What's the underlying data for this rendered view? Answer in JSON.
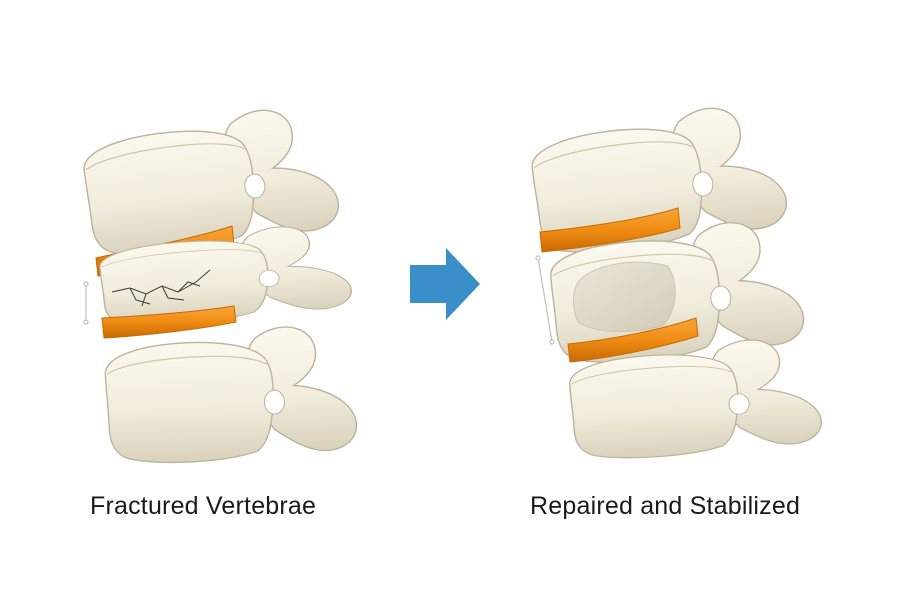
{
  "panels": [
    {
      "caption": "Fractured Vertebrae",
      "state": "fractured"
    },
    {
      "caption": "Repaired and Stabilized",
      "state": "repaired"
    }
  ],
  "colors": {
    "bone_fill": "#f3efe2",
    "bone_shade": "#ddd6c3",
    "bone_outline": "#bcb29a",
    "disc": "#f08c12",
    "disc_dark": "#c96a04",
    "arrow": "#3a8fc8",
    "crack": "#3a3a3a"
  },
  "icons": {
    "transition": "arrow-right-icon"
  }
}
